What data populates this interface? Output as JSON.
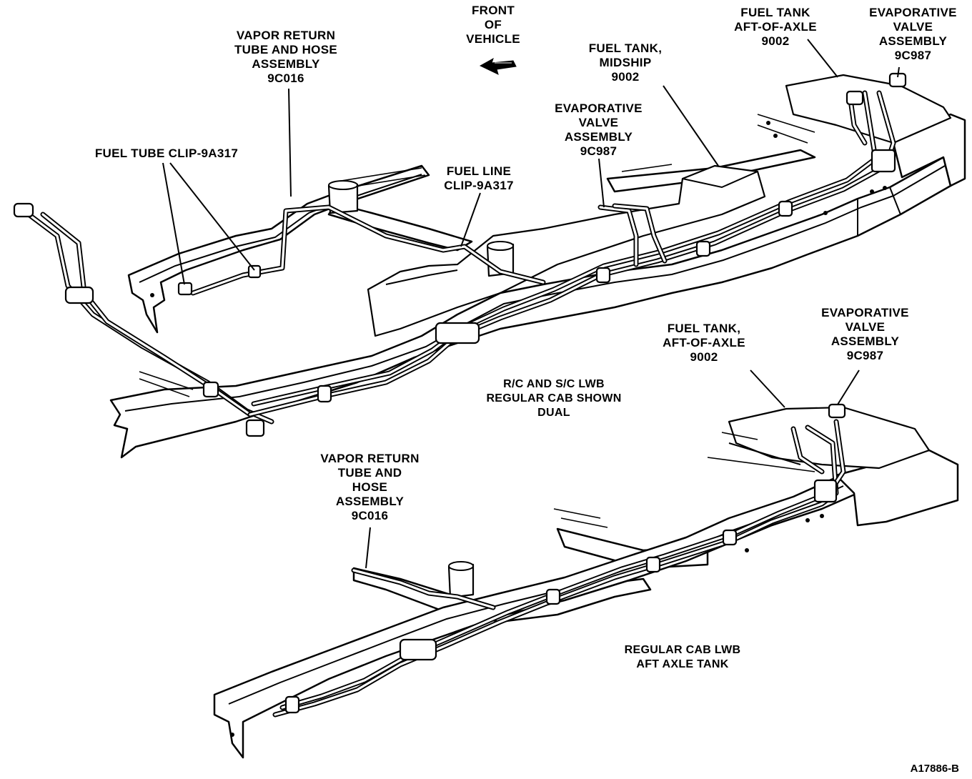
{
  "labels": {
    "front_of_vehicle": [
      "FRONT",
      "OF",
      "VEHICLE"
    ],
    "vapor_return_top": [
      "VAPOR RETURN",
      "TUBE AND HOSE",
      "ASSEMBLY",
      "9C016"
    ],
    "fuel_tube_clip": [
      "FUEL TUBE CLIP-9A317"
    ],
    "fuel_line_clip": [
      "FUEL LINE",
      "CLIP-9A317"
    ],
    "evap_valve_mid": [
      "EVAPORATIVE",
      "VALVE",
      "ASSEMBLY",
      "9C987"
    ],
    "fuel_tank_midship": [
      "FUEL TANK,",
      "MIDSHIP",
      "9002"
    ],
    "fuel_tank_aft_top": [
      "FUEL TANK",
      "AFT-OF-AXLE",
      "9002"
    ],
    "evap_valve_top_right": [
      "EVAPORATIVE",
      "VALVE",
      "ASSEMBLY",
      "9C987"
    ],
    "fuel_tank_aft_lower": [
      "FUEL TANK,",
      "AFT-OF-AXLE",
      "9002"
    ],
    "evap_valve_lower_right": [
      "EVAPORATIVE",
      "VALVE",
      "ASSEMBLY",
      "9C987"
    ],
    "vapor_return_lower": [
      "VAPOR RETURN",
      "TUBE AND",
      "HOSE",
      "ASSEMBLY",
      "9C016"
    ]
  },
  "captions": {
    "top_view": [
      "R/C AND S/C LWB",
      "REGULAR CAB SHOWN",
      "DUAL"
    ],
    "bottom_view": [
      "REGULAR CAB LWB",
      "AFT AXLE TANK"
    ]
  },
  "figure_id": "A17886-B"
}
